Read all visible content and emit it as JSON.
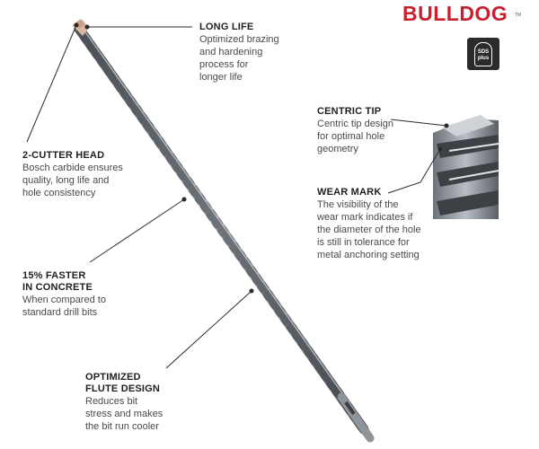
{
  "brand": {
    "logo_text": "BULLDOG",
    "trademark": "TM",
    "badge_line1": "SDS",
    "badge_line2": "plus"
  },
  "callouts": [
    {
      "id": "long-life",
      "title": "LONG LIFE",
      "body": "Optimized brazing\nand hardening\nprocess for\nlonger life"
    },
    {
      "id": "two-cutter-head",
      "title": "2-CUTTER HEAD",
      "body": "Bosch carbide ensures\nquality, long life and\nhole consistency"
    },
    {
      "id": "faster-concrete",
      "title": "15% FASTER\nIN CONCRETE",
      "body": "When compared to\nstandard drill bits"
    },
    {
      "id": "flute-design",
      "title": "OPTIMIZED\nFLUTE DESIGN",
      "body": "Reduces bit\nstress and makes\nthe bit run cooler"
    },
    {
      "id": "centric-tip",
      "title": "CENTRIC TIP",
      "body": "Centric tip design\nfor optimal hole\ngeometry"
    },
    {
      "id": "wear-mark",
      "title": "WEAR MARK",
      "body": "The visibility of the\nwear mark indicates if\nthe diameter of the hole\nis still in tolerance for\nmetal anchoring setting"
    }
  ],
  "colors": {
    "brand_red": "#c8202f",
    "steel": "#8a8f96",
    "steel_dark": "#4f545a",
    "leader": "#2a2a2a"
  }
}
